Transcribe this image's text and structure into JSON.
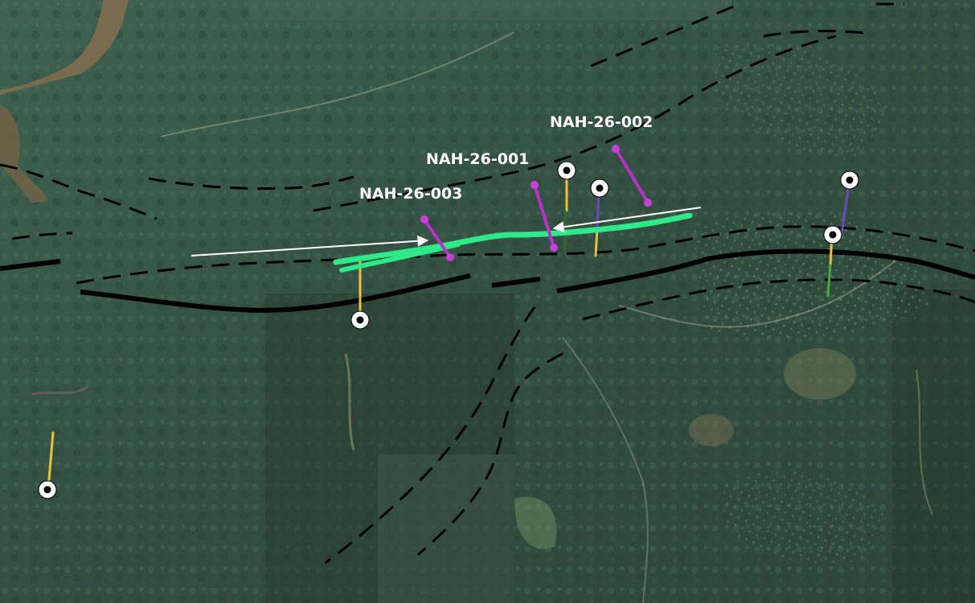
{
  "map": {
    "type": "satellite-geology-map",
    "drill_holes": [
      {
        "id": "hole-1",
        "label": "NAH-26-003",
        "color": "#b832c8"
      },
      {
        "id": "hole-2",
        "label": "NAH-26-001",
        "color": "#b832c8"
      },
      {
        "id": "hole-3",
        "label": "NAH-26-002",
        "color": "#b832c8"
      }
    ],
    "colors": {
      "vegetation": "#3a5a45",
      "river": "#7a6a4e",
      "fault_major": "#000000",
      "fault_inferred": "#000000",
      "mineralized_zone": "#2ee88a",
      "historic_hole_trace": "#e8c23a",
      "collar_marker": "#ffffff",
      "arrow": "#ffffff"
    }
  }
}
